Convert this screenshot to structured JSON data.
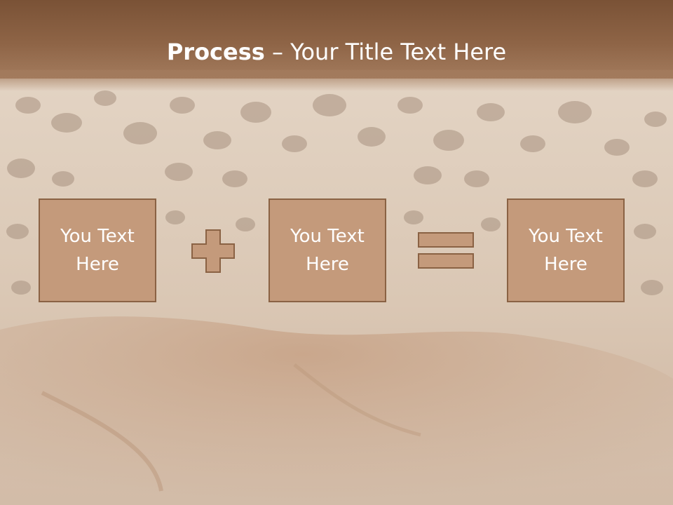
{
  "slide": {
    "title_bold": "Process",
    "title_rest": " – Your Title Text Here",
    "boxes": [
      {
        "text": "You Text Here"
      },
      {
        "text": "You Text Here"
      },
      {
        "text": "You Text Here"
      }
    ],
    "operators": [
      "plus",
      "equals"
    ]
  },
  "colors": {
    "title_band": "#8e6446",
    "box_fill": "#c49a7b",
    "box_border": "#8a6244",
    "text": "#ffffff"
  }
}
